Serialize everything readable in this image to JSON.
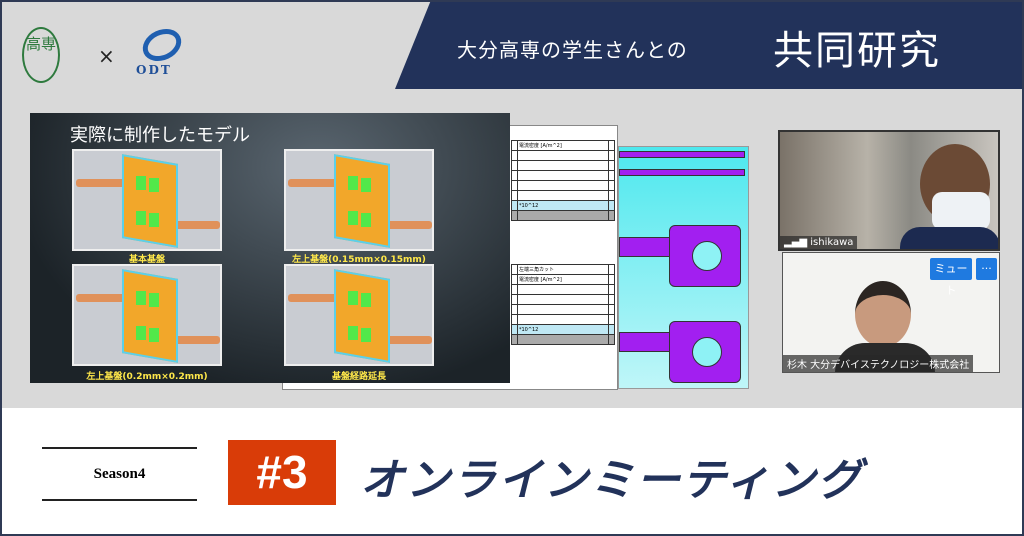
{
  "header": {
    "subtitle": "大分高専の学生さんとの",
    "title": "共同研究",
    "logo_left_text": "高専",
    "times": "×",
    "logo_right_text": "ODT"
  },
  "slide": {
    "title": "実際に制作したモデル",
    "captions": [
      "基本基盤",
      "左上基盤(0.15mm×0.15mm)",
      "左上基盤(0.2mm×0.2mm)",
      "基盤経路延長"
    ]
  },
  "sheet": {
    "header1": "電流密度 [A/m^2]",
    "header2": "電流密度 [A/m^2]",
    "sub_title": "左端三角カット",
    "unit1": "*10^12",
    "unit2": "*10^12"
  },
  "video": {
    "participant1": "ishikawa",
    "participant2": "杉木 大分デバイステクノロジー株式会社",
    "mute_label": "ミュート",
    "more_label": "···"
  },
  "footer": {
    "season": "Season4",
    "episode": "#3",
    "title": "オンラインミーティング"
  },
  "colors": {
    "navy": "#22325a",
    "accent": "#d93c08",
    "gray": "#d9d9d9"
  }
}
